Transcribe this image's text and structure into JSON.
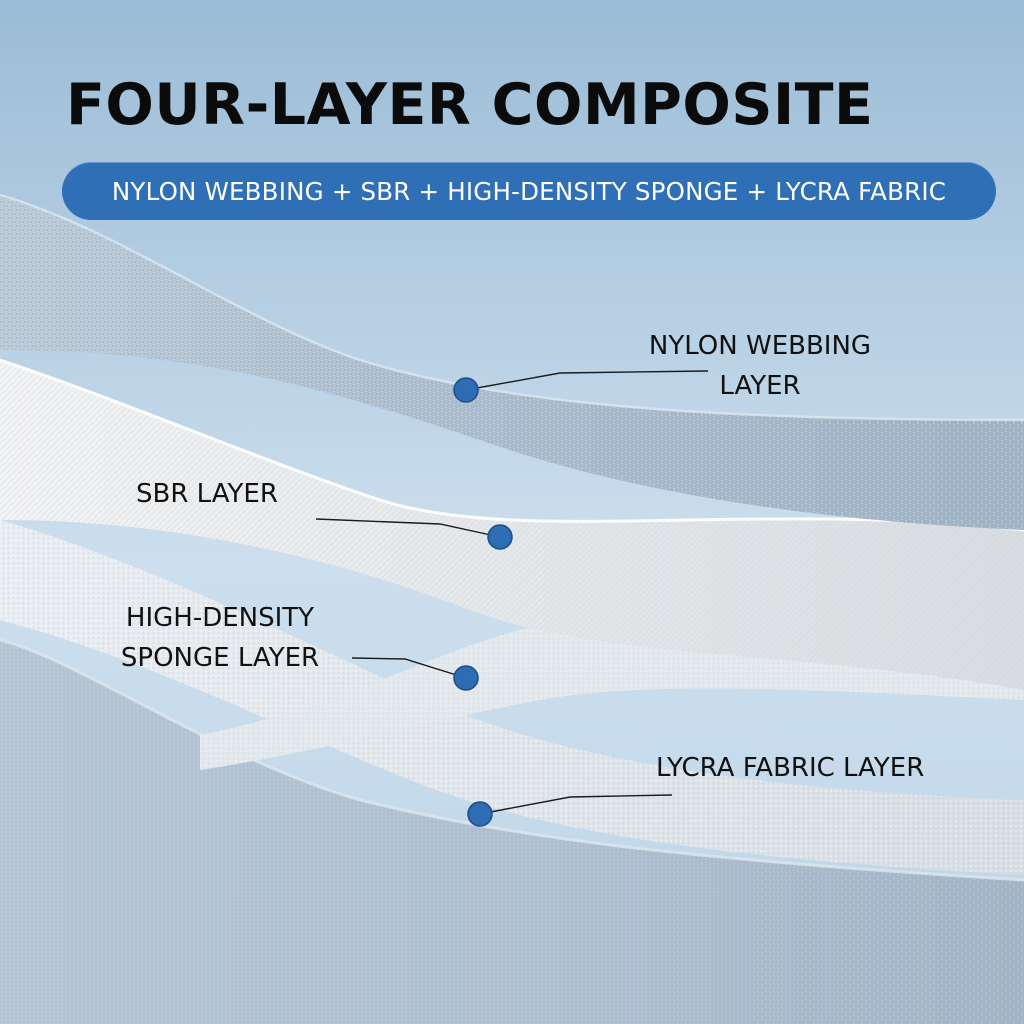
{
  "title": "FOUR-LAYER COMPOSITE",
  "subtitle": "NYLON WEBBING + SBR + HIGH-DENSITY SPONGE + LYCRA FABRIC",
  "colors": {
    "accent": "#2f6fb5",
    "marker": "#2e6cb3",
    "background": "#bcd3e4"
  },
  "layers": {
    "nylon": {
      "line1": "NYLON WEBBING",
      "line2": "LAYER"
    },
    "sbr": {
      "line1": "SBR LAYER"
    },
    "sponge": {
      "line1": "HIGH-DENSITY",
      "line2": "SPONGE LAYER"
    },
    "lycra": {
      "line1": "LYCRA FABRIC LAYER"
    }
  }
}
